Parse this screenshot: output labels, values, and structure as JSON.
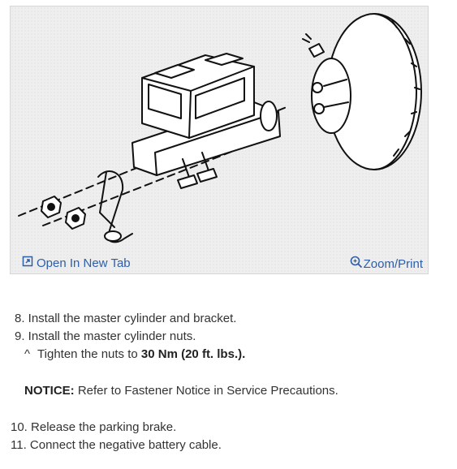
{
  "figure": {
    "open_tab_label": "Open In New Tab",
    "zoom_label": "Zoom/Print",
    "icons": {
      "open": "open-in-new-tab-icon",
      "zoom": "magnifier-zoom-icon"
    }
  },
  "steps": {
    "s8": "8. Install the master cylinder and bracket.",
    "s9": "9. Install the master cylinder nuts.",
    "sub_bullet": "^",
    "sub_text": "Tighten the nuts to ",
    "sub_bold": "30 Nm (20 ft. lbs.).",
    "notice_label": "NOTICE:",
    "notice_text": " Refer to Fastener Notice in Service Precautions.",
    "s10": "10. Release the parking brake.",
    "s11": "11. Connect the negative battery cable."
  },
  "colors": {
    "link": "#2d5ea8",
    "text": "#333333",
    "figure_bg": "#eeeeee"
  }
}
